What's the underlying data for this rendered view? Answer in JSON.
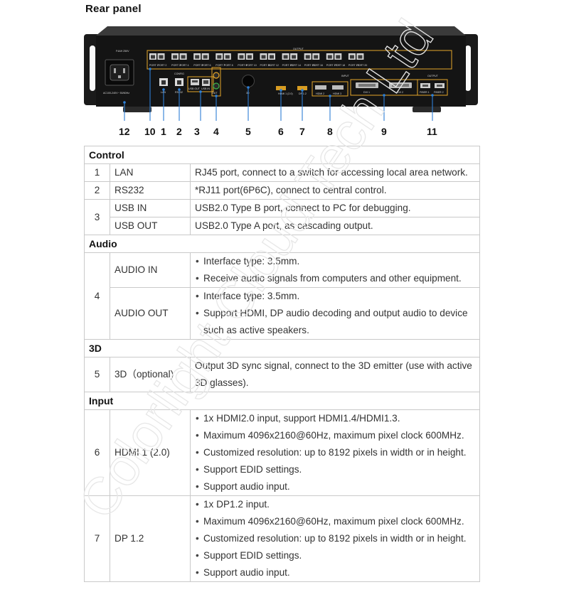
{
  "title": "Rear panel",
  "watermark": "Colorlight Cloud Tech Ltd",
  "figure": {
    "callouts": [
      "12",
      "10",
      "1",
      "2",
      "3",
      "4",
      "5",
      "6",
      "7",
      "8",
      "9",
      "11"
    ],
    "panel_labels": {
      "output": "OUTPUT",
      "config": "CONFIG",
      "input": "INPUT",
      "output_right": "OUTPUT",
      "fuse": "F4AH  250V",
      "power": "AC100-240V~  50/60Hz",
      "lan": "LAN",
      "rs232": "RS232",
      "usb_out": "USB OUT",
      "usb_in": "USB IN",
      "audio_in": "AUDIO IN",
      "audio_out": "OUT",
      "three_d": "3D",
      "hdmi1": "HDMI 1 (2.0)",
      "dp": "DP 1.2",
      "hdmi2": "HDMI 2",
      "hdmi3": "HDMI 3",
      "dvi1": "DVI 1",
      "dvi2": "DVI 2",
      "fiber1": "FIBER 1",
      "fiber2": "FIBER 2"
    },
    "ports": [
      "PORT 1",
      "PORT 2",
      "PORT 3",
      "PORT 4",
      "PORT 5",
      "PORT 6",
      "PORT 7",
      "PORT 8",
      "PORT 9",
      "PORT 10",
      "PORT 11",
      "PORT 12",
      "PORT 13",
      "PORT 14",
      "PORT 15",
      "PORT 16",
      "PORT 17",
      "PORT 18",
      "PORT 19",
      "PORT 20"
    ]
  },
  "table": {
    "control": {
      "header": "Control",
      "lan": {
        "num": "1",
        "name": "LAN",
        "desc": "RJ45 port, connect to a switch for accessing local area network."
      },
      "rs232": {
        "num": "2",
        "name": "RS232",
        "desc": "*RJ11 port(6P6C), connect to central control."
      },
      "usb": {
        "num": "3",
        "usb_in": {
          "name": "USB IN",
          "desc": "USB2.0 Type B port, connect to PC for debugging."
        },
        "usb_out": {
          "name": "USB OUT",
          "desc": "USB2.0 Type A port, as cascading output."
        }
      }
    },
    "audio": {
      "header": "Audio",
      "num": "4",
      "audio_in": {
        "name": "AUDIO IN",
        "b1": "Interface type: 3.5mm.",
        "b2": "Receive audio signals from computers and other equipment."
      },
      "audio_out": {
        "name": "AUDIO OUT",
        "b1": "Interface type: 3.5mm.",
        "b2": "Support HDMI, DP audio decoding and output audio to device such as active speakers."
      }
    },
    "three_d": {
      "header": "3D",
      "num": "5",
      "name": "3D（optional)",
      "desc": "Output 3D sync signal, connect to the 3D emitter (use with active 3D glasses)."
    },
    "input": {
      "header": "Input",
      "hdmi": {
        "num": "6",
        "name": "HDMI 1 (2.0)",
        "b1": "1x HDMI2.0 input, support HDMI1.4/HDMI1.3.",
        "b2": "Maximum 4096x2160@60Hz, maximum pixel clock 600MHz.",
        "b3": "Customized resolution: up to 8192 pixels in width or in height.",
        "b4": "Support EDID settings.",
        "b5": "Support audio input."
      },
      "dp": {
        "num": "7",
        "name": "DP 1.2",
        "b1": "1x DP1.2 input.",
        "b2": "Maximum 4096x2160@60Hz, maximum pixel clock 600MHz.",
        "b3": "Customized resolution: up to 8192 pixels in width or in height.",
        "b4": "Support EDID settings.",
        "b5": "Support audio input."
      }
    }
  }
}
